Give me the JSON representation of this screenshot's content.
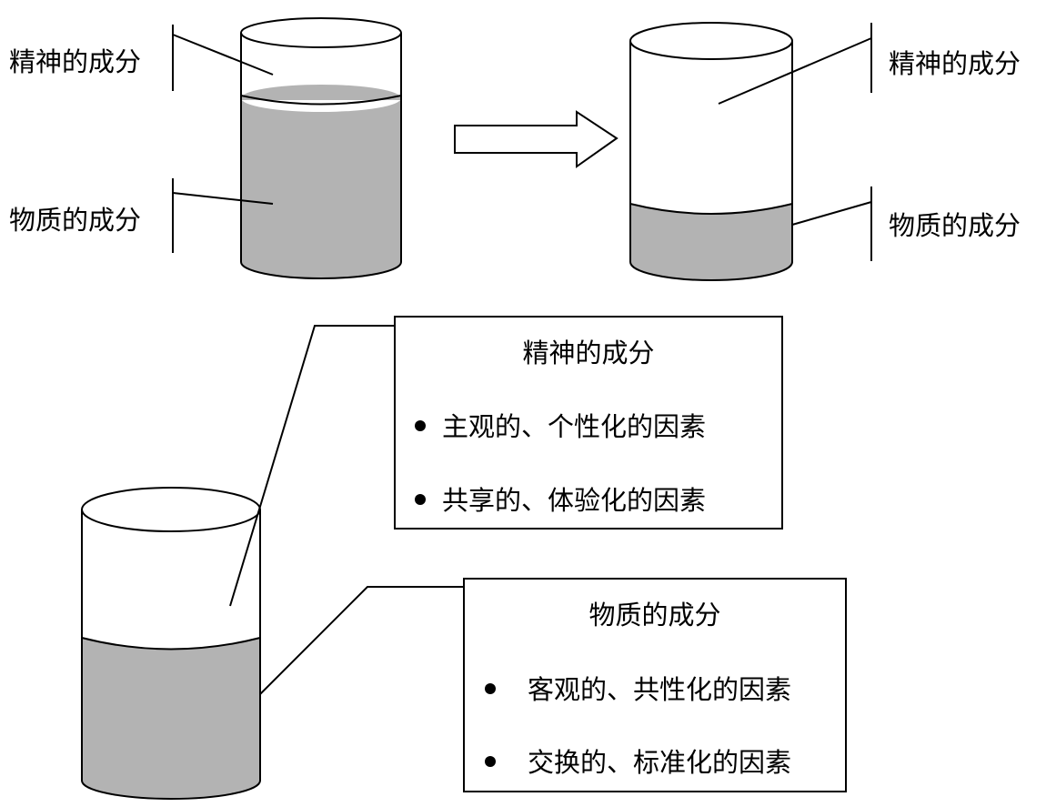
{
  "colors": {
    "background": "#ffffff",
    "stroke": "#000000",
    "material_fill": "#b3b3b3",
    "spiritual_fill": "#ffffff"
  },
  "top_left": {
    "spiritual_label": "精神的成分",
    "material_label": "物质的成分",
    "material_level": 0.78
  },
  "top_right": {
    "spiritual_label": "精神的成分",
    "material_label": "物质的成分",
    "material_level": 0.28
  },
  "arrow": {
    "icon": "right-arrow-icon"
  },
  "bottom": {
    "material_level": 0.55,
    "spiritual_box": {
      "title": "精神的成分",
      "items": [
        "主观的、个性化的因素",
        "共享的、体验化的因素"
      ]
    },
    "material_box": {
      "title": "物质的成分",
      "items": [
        "客观的、共性化的因素",
        "交换的、标准化的因素"
      ]
    }
  }
}
